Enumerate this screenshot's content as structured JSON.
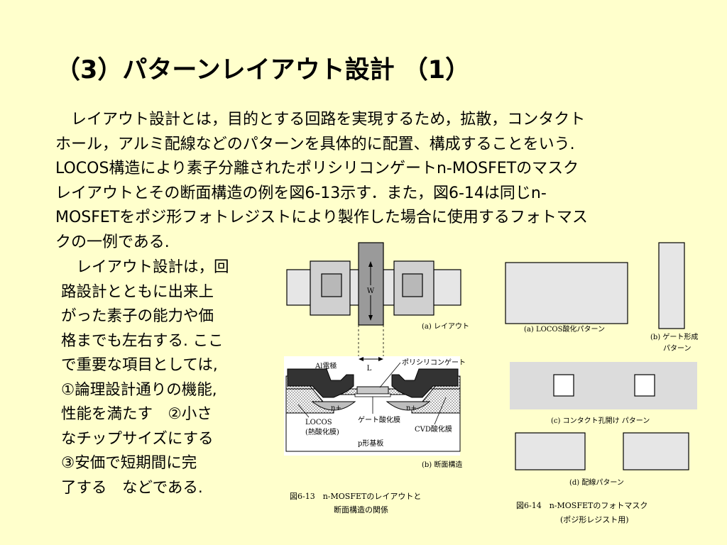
{
  "title": "（3）パターンレイアウト設計 （1）",
  "intro_lines": [
    "　レイアウト設計とは，目的とする回路を実現するため，拡散，コンタクト",
    "ホール，アルミ配線などのパターンを具体的に配置、構成することをいう.",
    "LOCOS構造により素子分離されたポリシリコンゲートn-MOSFETのマスク",
    "レイアウトとその断面構造の例を図6-13示す．また，図6-14は同じn-",
    "MOSFETをポジ形フォトレジストにより製作した場合に使用するフォトマス",
    "クの一例である."
  ],
  "left_lines": [
    "　レイアウト設計は，回",
    "路設計とともに出来上",
    "がった素子の能力や価",
    "格までも左右する. ここ",
    "で重要な項目としては,",
    "①論理設計通りの機能,",
    "性能を満たす　②小さ",
    "なチップサイズにする",
    "③安価で短期間に完",
    "了する　などである."
  ],
  "fig13": {
    "label_a": "(a) レイアウト",
    "label_w": "W",
    "label_l": "L",
    "label_al": "Al電極",
    "label_poly": "ポリシリコンゲート",
    "label_n1": "n+",
    "label_n2": "n+",
    "label_gate_ox": "ゲート酸化膜",
    "label_locos1": "LOCOS",
    "label_locos2": "(熱酸化膜)",
    "label_cvd": "CVD酸化膜",
    "label_psub": "p形基板",
    "label_b": "(b) 断面構造",
    "caption1": "図6-13　n-MOSFETのレイアウトと",
    "caption2": "断面構造の関係"
  },
  "fig14": {
    "label_a": "(a) LOCOS酸化パターン",
    "label_b1": "(b) ゲート形成",
    "label_b2": "パターン",
    "label_c": "(c) コンタクト孔開け パターン",
    "label_d": "(d) 配線パターン",
    "caption1": "図6-14　n-MOSFETのフォトマスク",
    "caption2": "(ポジ形レジスト用)"
  }
}
